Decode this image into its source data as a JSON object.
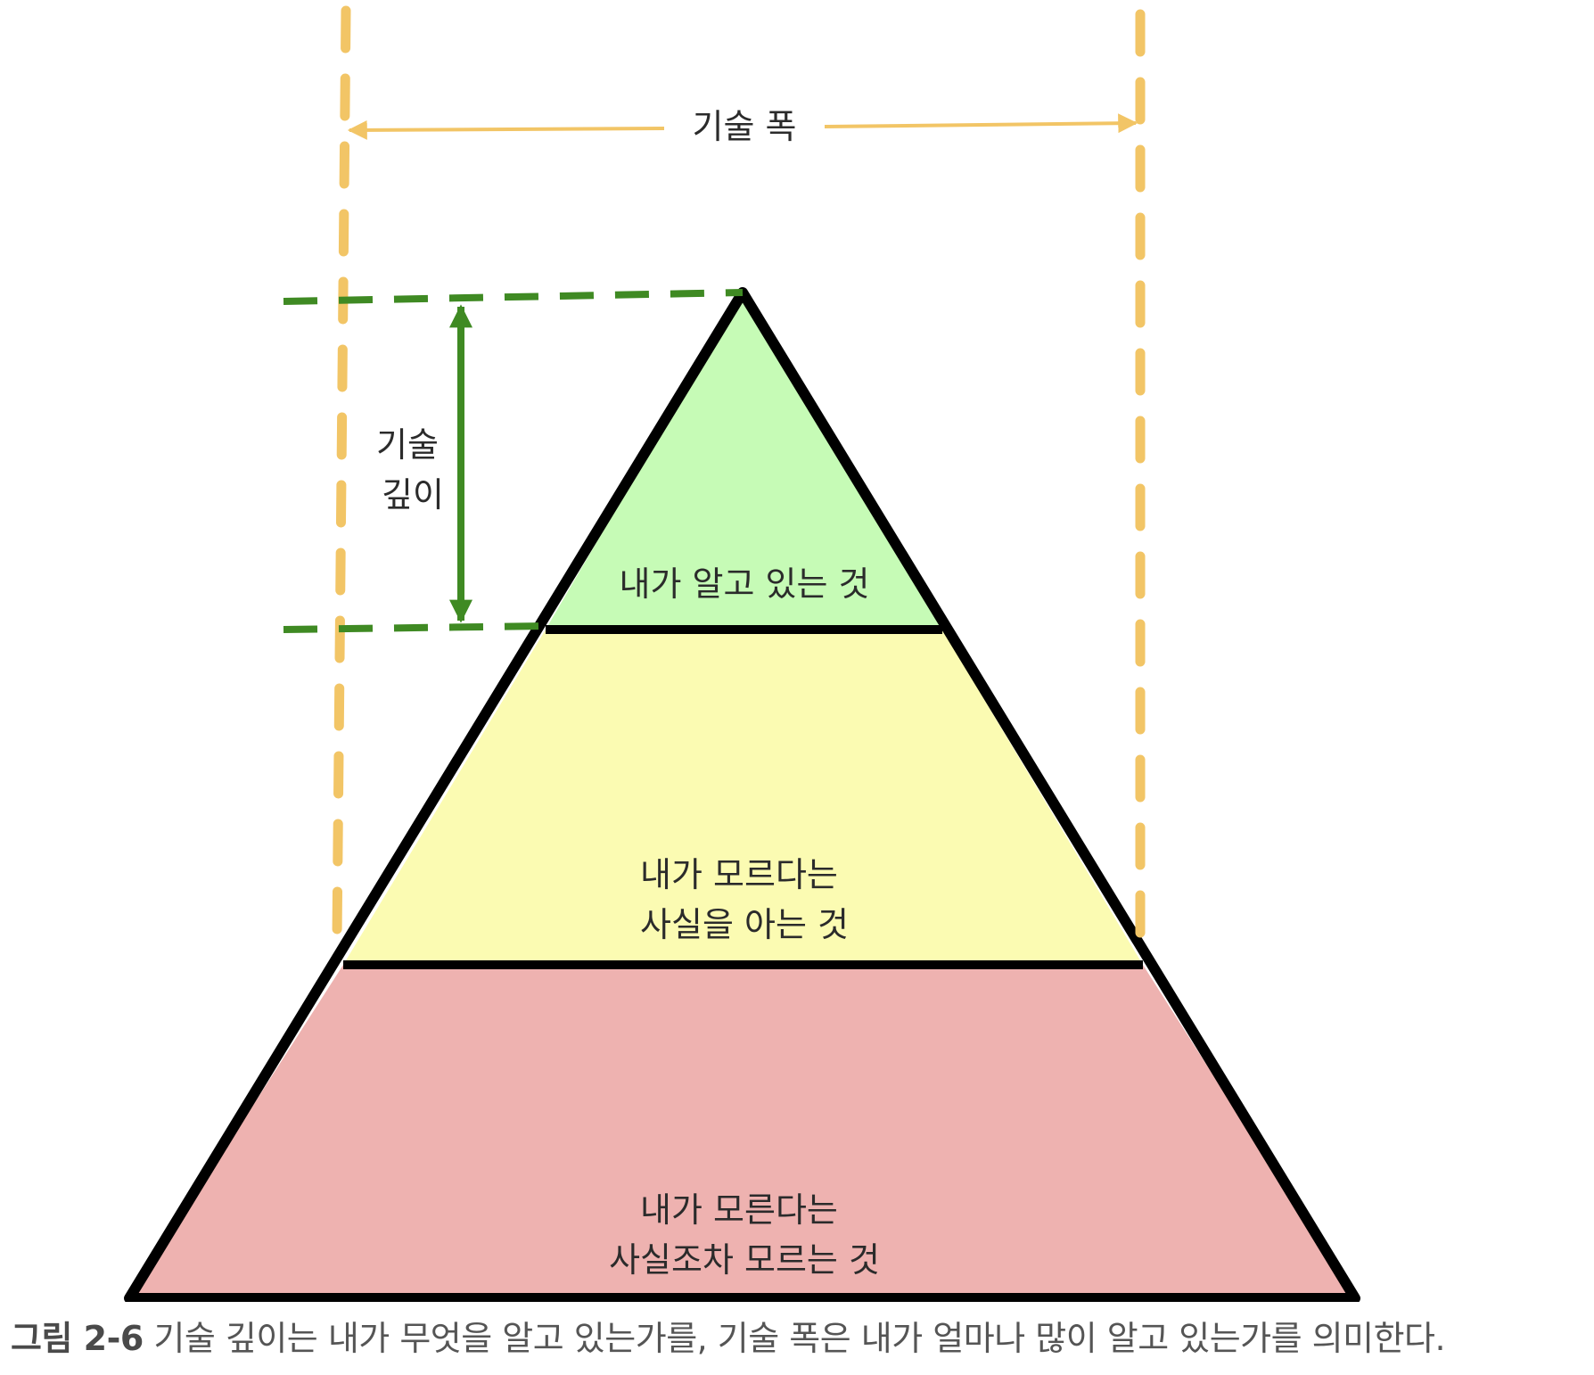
{
  "diagram": {
    "width_label": "기술 폭",
    "depth_label": [
      "기술",
      "깊이"
    ],
    "layers": {
      "top": {
        "lines": [
          "내가 알고 있는 것"
        ],
        "fill": "#c6fbb6"
      },
      "middle": {
        "lines": [
          "내가 모르다는",
          "사실을 아는 것"
        ],
        "fill": "#fbfbb2"
      },
      "bottom": {
        "lines": [
          "내가 모른다는",
          "사실조차 모르는 것"
        ],
        "fill": "#eeb2b0"
      }
    },
    "colors": {
      "outline": "#000000",
      "width_guides": "#f2c566",
      "depth_guides": "#3f8a23"
    }
  },
  "caption": {
    "prefix": "그림 2-6",
    "text": " 기술 깊이는 내가 무엇을 알고 있는가를, 기술 폭은 내가 얼마나 많이 알고 있는가를 의미한다."
  }
}
